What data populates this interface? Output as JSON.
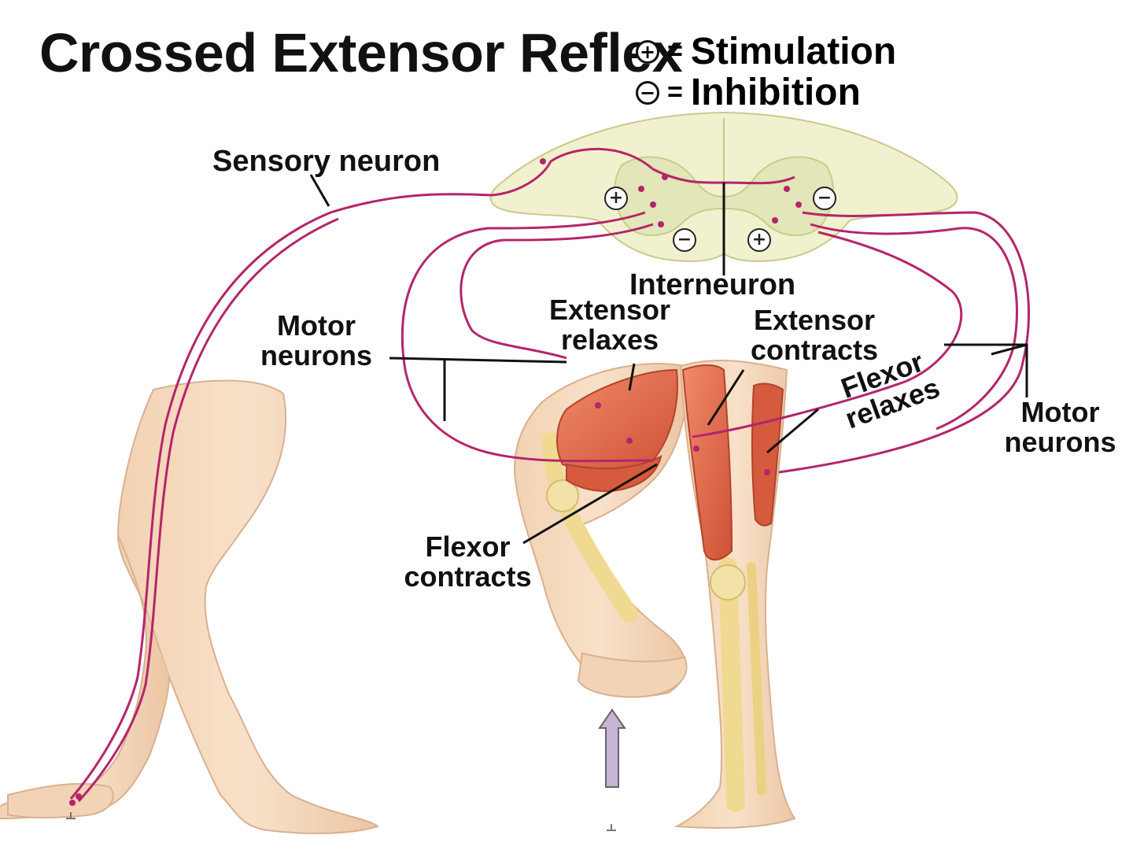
{
  "title": "Crossed Extensor Reflex",
  "legend": {
    "stimulation": {
      "symbol": "+",
      "text": "Stimulation"
    },
    "inhibition": {
      "symbol": "−",
      "text": "Inhibition"
    },
    "equals": "="
  },
  "labels": {
    "sensory_neuron": "Sensory neuron",
    "interneuron": "Interneuron",
    "motor_neurons_left": "Motor neurons",
    "motor_neurons_right": "Motor neurons",
    "extensor_relaxes": "Extensor relaxes",
    "extensor_contracts": "Extensor contracts",
    "flexor_relaxes": "Flexor relaxes",
    "flexor_contracts": "Flexor contracts"
  },
  "spinal_cord_signs": [
    "+",
    "−",
    "−",
    "+"
  ],
  "colors": {
    "neuron": "#b5256b",
    "cord_white_matter": "#f1f1cf",
    "cord_gray_matter": "#e2e6b8",
    "skin": "#f6dcc0",
    "skin_shadow": "#e8c3a2",
    "muscle": "#e0674a",
    "bone": "#f0da92",
    "stimulus_arrow": "#c9b3d6"
  }
}
